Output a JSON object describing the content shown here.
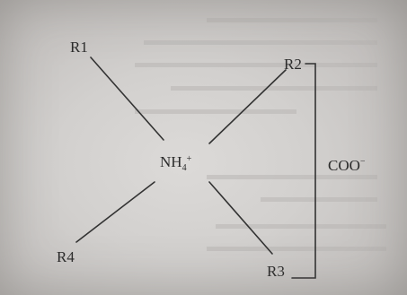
{
  "diagram": {
    "center_label": "NH",
    "center_subscript": "4",
    "center_superscript": "+",
    "substituents": {
      "r1": "R1",
      "r2": "R2",
      "r3": "R3",
      "r4": "R4"
    },
    "bracket_label": "COO",
    "bracket_label_superscript": "−"
  },
  "colors": {
    "ink": "#2b2b2b",
    "paper": "#d4d2d0"
  }
}
